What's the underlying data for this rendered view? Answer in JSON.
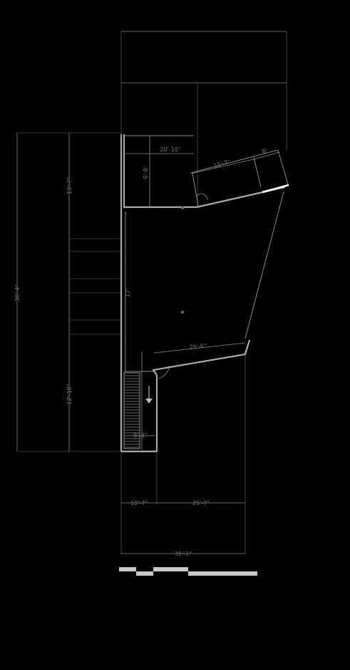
{
  "dimensions": {
    "top_overall": "",
    "top_left": "",
    "top_right": "",
    "room_width": "20'-10\"",
    "room_height": "6'-8\"",
    "angled_wall_a": "15'-7\"",
    "angled_wall_b": "6'",
    "angle_top": "",
    "left_overall": "30'-4\"",
    "left_upper": "13'-7\"",
    "left_mid_1": "",
    "left_mid_2": "",
    "left_mid_3": "",
    "left_mid_4": "",
    "left_mid_5": "",
    "left_lower": "12'-10\"",
    "corridor": "17'",
    "lower_angled": "25'-6\"",
    "angle_bottom": "",
    "stair_height": "",
    "stair_width": "6'-3\"",
    "bottom_left": "10'-7\"",
    "bottom_right": "25'-7\"",
    "bottom_overall": "35'-1\""
  },
  "colors": {
    "background": "#000000",
    "walls": "#a9a9a9",
    "dimensions": "#8a8a8a",
    "highlight": "#ffffff"
  },
  "icons": {
    "stair_direction": "arrow-down-icon",
    "center_mark": "dot-icon"
  }
}
